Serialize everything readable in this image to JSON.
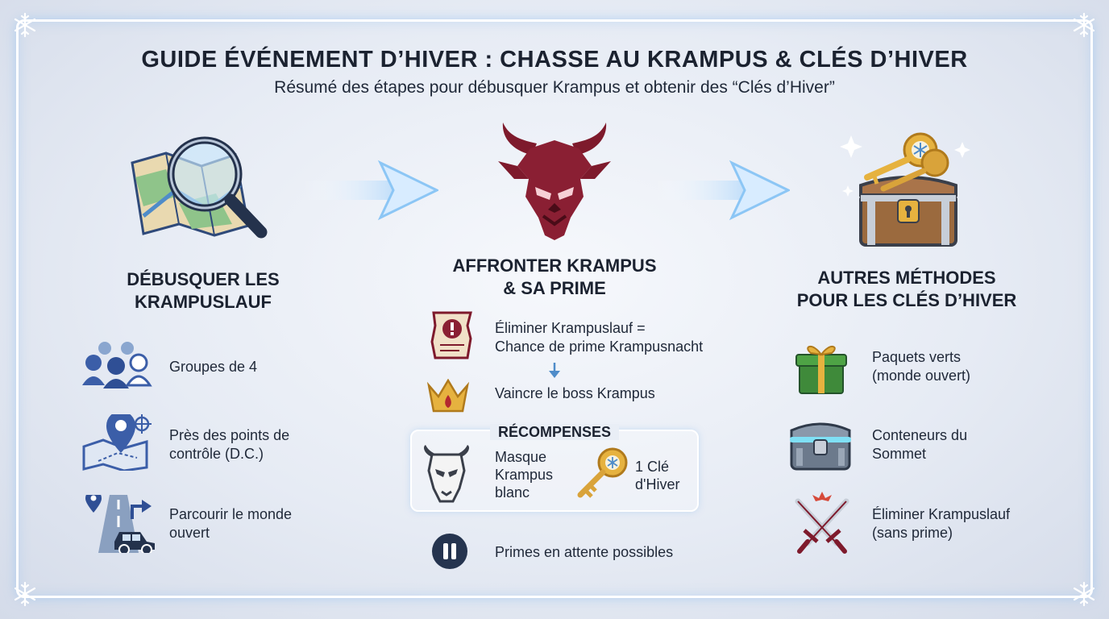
{
  "header": {
    "title": "GUIDE ÉVÉNEMENT D’HIVER : CHASSE AU KRAMPUS & CLÉS D’HIVER",
    "subtitle": "Résumé des étapes pour débusquer Krampus et obtenir des “Clés d’Hiver”"
  },
  "columns": {
    "left": {
      "heading_line1": "DÉBUSQUER LES",
      "heading_line2": "KRAMPUSLAUF",
      "main_icon": "map-magnifier-icon",
      "items": [
        {
          "icon": "group-icon",
          "line1": "Groupes de 4",
          "line2": ""
        },
        {
          "icon": "map-pin-icon",
          "line1": "Près des points de",
          "line2": "contrôle (D.C.)"
        },
        {
          "icon": "road-car-icon",
          "line1": "Parcourir le monde",
          "line2": "ouvert"
        }
      ]
    },
    "middle": {
      "heading_line1": "AFFRONTER KRAMPUS",
      "heading_line2": "& SA PRIME",
      "main_icon": "krampus-head-icon",
      "items": [
        {
          "icon": "bounty-scroll-icon",
          "line1": "Éliminer Krampuslauf =",
          "line2": "Chance de prime Krampusnacht"
        },
        {
          "icon": "crown-icon",
          "line1": "Vaincre le boss Krampus",
          "line2": ""
        }
      ],
      "rewards": {
        "title": "RÉCOMPENSES",
        "mask": {
          "icon": "white-mask-icon",
          "line1": "Masque",
          "line2": "Krampus",
          "line3": "blanc"
        },
        "key": {
          "icon": "winter-key-icon",
          "line1": "1 Clé",
          "line2": "d'Hiver"
        }
      },
      "pending": {
        "icon": "pause-icon",
        "text": "Primes en attente possibles"
      }
    },
    "right": {
      "heading_line1": "AUTRES MÉTHODES",
      "heading_line2": "POUR LES CLÉS D’HIVER",
      "main_icon": "keys-chest-icon",
      "items": [
        {
          "icon": "green-gift-icon",
          "line1": "Paquets verts",
          "line2": "(monde ouvert)"
        },
        {
          "icon": "summit-container-icon",
          "line1": "Conteneurs du",
          "line2": "Sommet"
        },
        {
          "icon": "crossed-swords-icon",
          "line1": "Éliminer Krampuslauf",
          "line2": "(sans prime)"
        }
      ]
    }
  },
  "colors": {
    "krampus": "#7e1a2c",
    "gold": "#d9a33a",
    "blue_icon": "#3b5ea8",
    "glow": "#8cc6f5"
  }
}
